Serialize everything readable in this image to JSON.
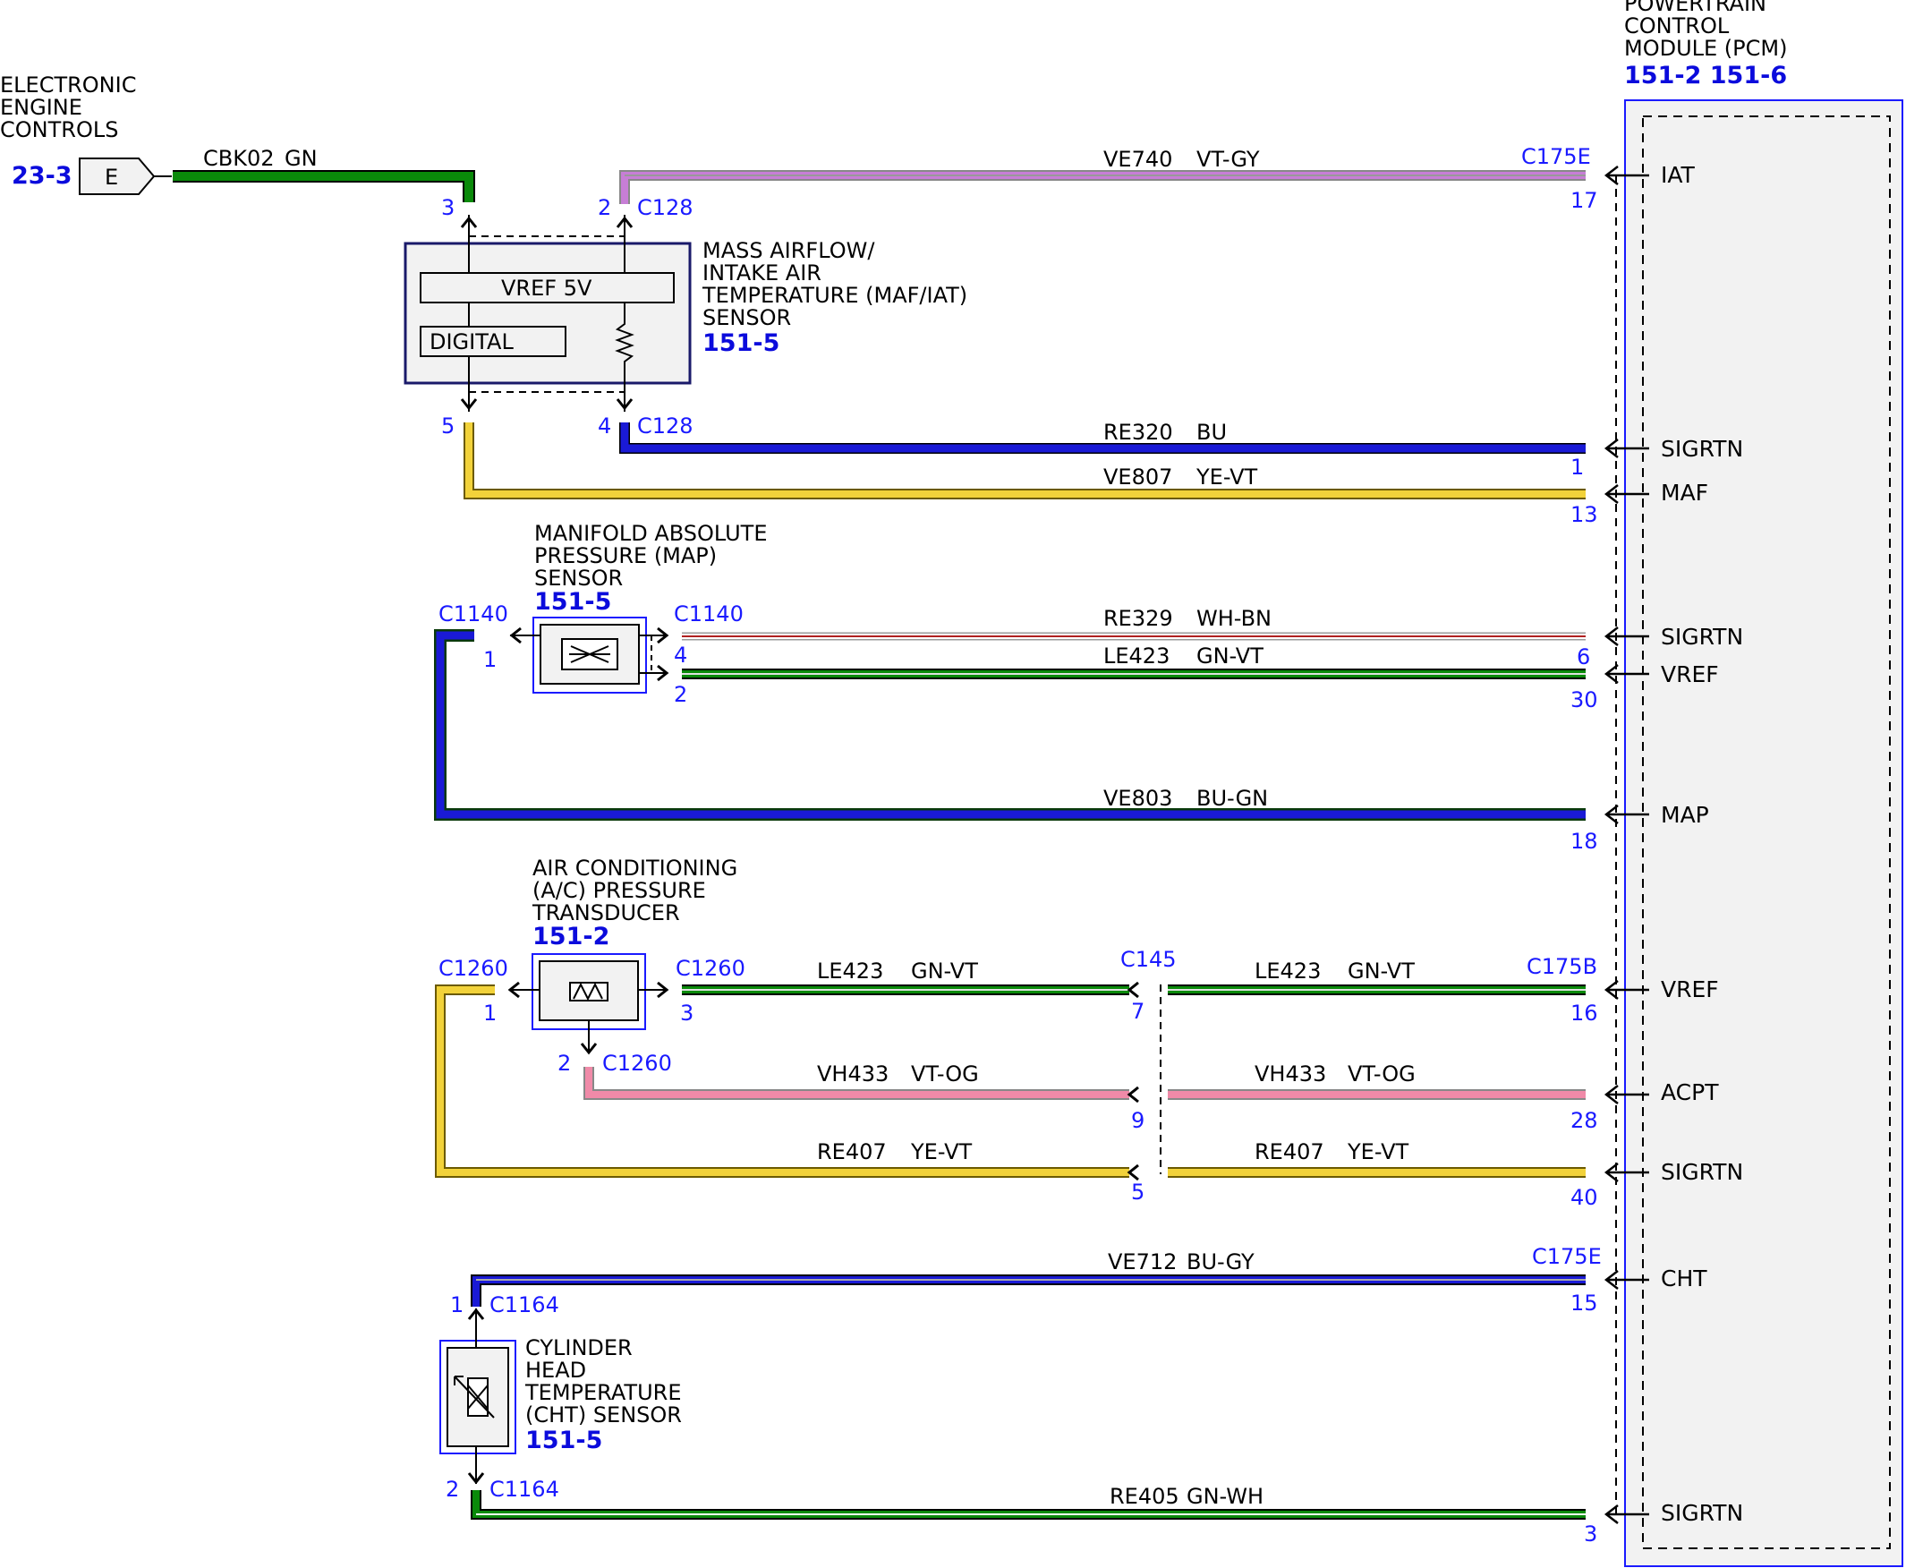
{
  "colors": {
    "GN": "#0a8a0a",
    "BU": "#1a1ad6",
    "YE": "#f2d23a",
    "VT": "#c77ed6",
    "PK": "#f08aa8",
    "link_blue": "#1a1aff",
    "pcm_fill": "#f2f2f2"
  },
  "eec": {
    "title": [
      "ELECTRONIC",
      "ENGINE",
      "CONTROLS"
    ],
    "ref": "23-3",
    "pin_letter": "E"
  },
  "pcm": {
    "title": [
      "POWERTRAIN",
      "CONTROL",
      "MODULE (PCM)"
    ],
    "ref": "151-2 151-6",
    "signals": [
      "IAT",
      "SIGRTN",
      "MAF",
      "SIGRTN",
      "VREF",
      "MAP",
      "VREF",
      "ACPT",
      "SIGRTN",
      "CHT",
      "SIGRTN"
    ]
  },
  "maf": {
    "title": [
      "MASS AIRFLOW/",
      "INTAKE AIR",
      "TEMPERATURE (MAF/IAT)",
      "SENSOR"
    ],
    "ref": "151-5",
    "inner1": "VREF 5V",
    "inner2": "DIGITAL"
  },
  "map": {
    "title": [
      "MANIFOLD ABSOLUTE",
      "PRESSURE (MAP)",
      "SENSOR"
    ],
    "ref": "151-5"
  },
  "ac": {
    "title": [
      "AIR CONDITIONING",
      "(A/C) PRESSURE",
      "TRANSDUCER"
    ],
    "ref": "151-2"
  },
  "cht": {
    "title": [
      "CYLINDER",
      "HEAD",
      "TEMPERATURE",
      "(CHT) SENSOR"
    ],
    "ref": "151-5"
  },
  "wires": [
    {
      "circuit": "CBK02",
      "color": "GN"
    },
    {
      "circuit": "VE740",
      "color": "VT-GY"
    },
    {
      "circuit": "RE320",
      "color": "BU"
    },
    {
      "circuit": "VE807",
      "color": "YE-VT"
    },
    {
      "circuit": "RE329",
      "color": "WH-BN"
    },
    {
      "circuit": "LE423",
      "color": "GN-VT"
    },
    {
      "circuit": "VE803",
      "color": "BU-GN"
    },
    {
      "circuit": "LE423",
      "color": "GN-VT"
    },
    {
      "circuit": "LE423",
      "color": "GN-VT"
    },
    {
      "circuit": "VH433",
      "color": "VT-OG"
    },
    {
      "circuit": "VH433",
      "color": "VT-OG"
    },
    {
      "circuit": "RE407",
      "color": "YE-VT"
    },
    {
      "circuit": "RE407",
      "color": "YE-VT"
    },
    {
      "circuit": "VE712",
      "color": "BU-GY"
    },
    {
      "circuit": "RE405",
      "color": "GN-WH"
    }
  ],
  "connectors": {
    "c128": "C128",
    "c175e": "C175E",
    "c1140": "C1140",
    "c1260": "C1260",
    "c145": "C145",
    "c175b": "C175B",
    "c1164": "C1164"
  },
  "pins": {
    "maf_3": "3",
    "maf_2": "2",
    "maf_5": "5",
    "maf_4": "4",
    "pcm_17": "17",
    "pcm_1": "1",
    "pcm_13": "13",
    "map_1": "1",
    "map_4": "4",
    "map_2": "2",
    "pcm_6": "6",
    "pcm_30": "30",
    "pcm_18": "18",
    "ac_1": "1",
    "ac_3": "3",
    "ac_2": "2",
    "c145_7": "7",
    "c145_9": "9",
    "c145_5": "5",
    "pcm_16": "16",
    "pcm_28": "28",
    "pcm_40": "40",
    "cht_1": "1",
    "cht_2": "2",
    "pcm_15": "15",
    "pcm_3": "3"
  }
}
